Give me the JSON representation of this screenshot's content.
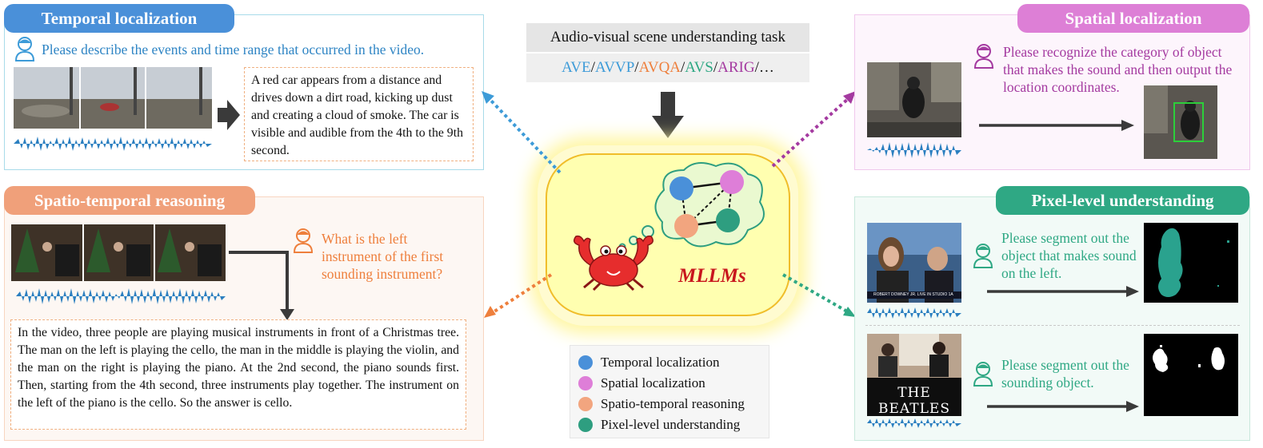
{
  "task_header": {
    "title": "Audio-visual scene understanding task",
    "datasets": [
      {
        "name": "AVE",
        "color": "#3d9bd8"
      },
      {
        "name": "AVVP",
        "color": "#3d9bd8"
      },
      {
        "name": "AVQA",
        "color": "#ee7f3c"
      },
      {
        "name": "AVS",
        "color": "#2fa884"
      },
      {
        "name": "ARIG",
        "color": "#a43aa0"
      }
    ],
    "separator": "/",
    "ellipsis": "…"
  },
  "center": {
    "model_label": "MLLMs"
  },
  "panels": {
    "temporal": {
      "title": "Temporal localization",
      "color": "#3d9bd8",
      "question": "Please describe the events and time range that occurred in the video.",
      "answer": "A red car appears from a distance and drives down a dirt road, kicking up dust and creating a cloud of smoke. The car is visible and audible from the 4th to the 9th second."
    },
    "spatial": {
      "title": "Spatial localization",
      "color": "#dd7fd6",
      "question": "Please recognize the category of object that makes the sound and then output the location coordinates."
    },
    "spatiotemporal": {
      "title": "Spatio-temporal reasoning",
      "color": "#f0a07a",
      "question": "What is the left instrument of the first sounding instrument?",
      "answer": "In the video, three people are playing musical instruments in front of a Christmas tree. The man on the left is playing the cello, the man in the middle is playing the violin, and the man on the right is playing the piano. At the 2nd second, the piano sounds first. Then, starting from the 4th second, three instruments play together. The instrument on the left of the piano is the cello. So the answer is  cello."
    },
    "pixel": {
      "title": "Pixel-level understanding",
      "color": "#2fa884",
      "question1": "Please segment out the object that makes sound on the left.",
      "question2": "Please segment out the sounding object.",
      "frame1_caption": "ROBERT DOWNEY JR. LIVE IN STUDIO 1A",
      "frame2_caption": "THE BEATLES"
    }
  },
  "legend": [
    {
      "label": "Temporal localization",
      "color": "#4a90d9"
    },
    {
      "label": "Spatial localization",
      "color": "#de7ed8"
    },
    {
      "label": "Spatio-temporal reasoning",
      "color": "#f2a57f"
    },
    {
      "label": "Pixel-level understanding",
      "color": "#2e9e80"
    }
  ]
}
